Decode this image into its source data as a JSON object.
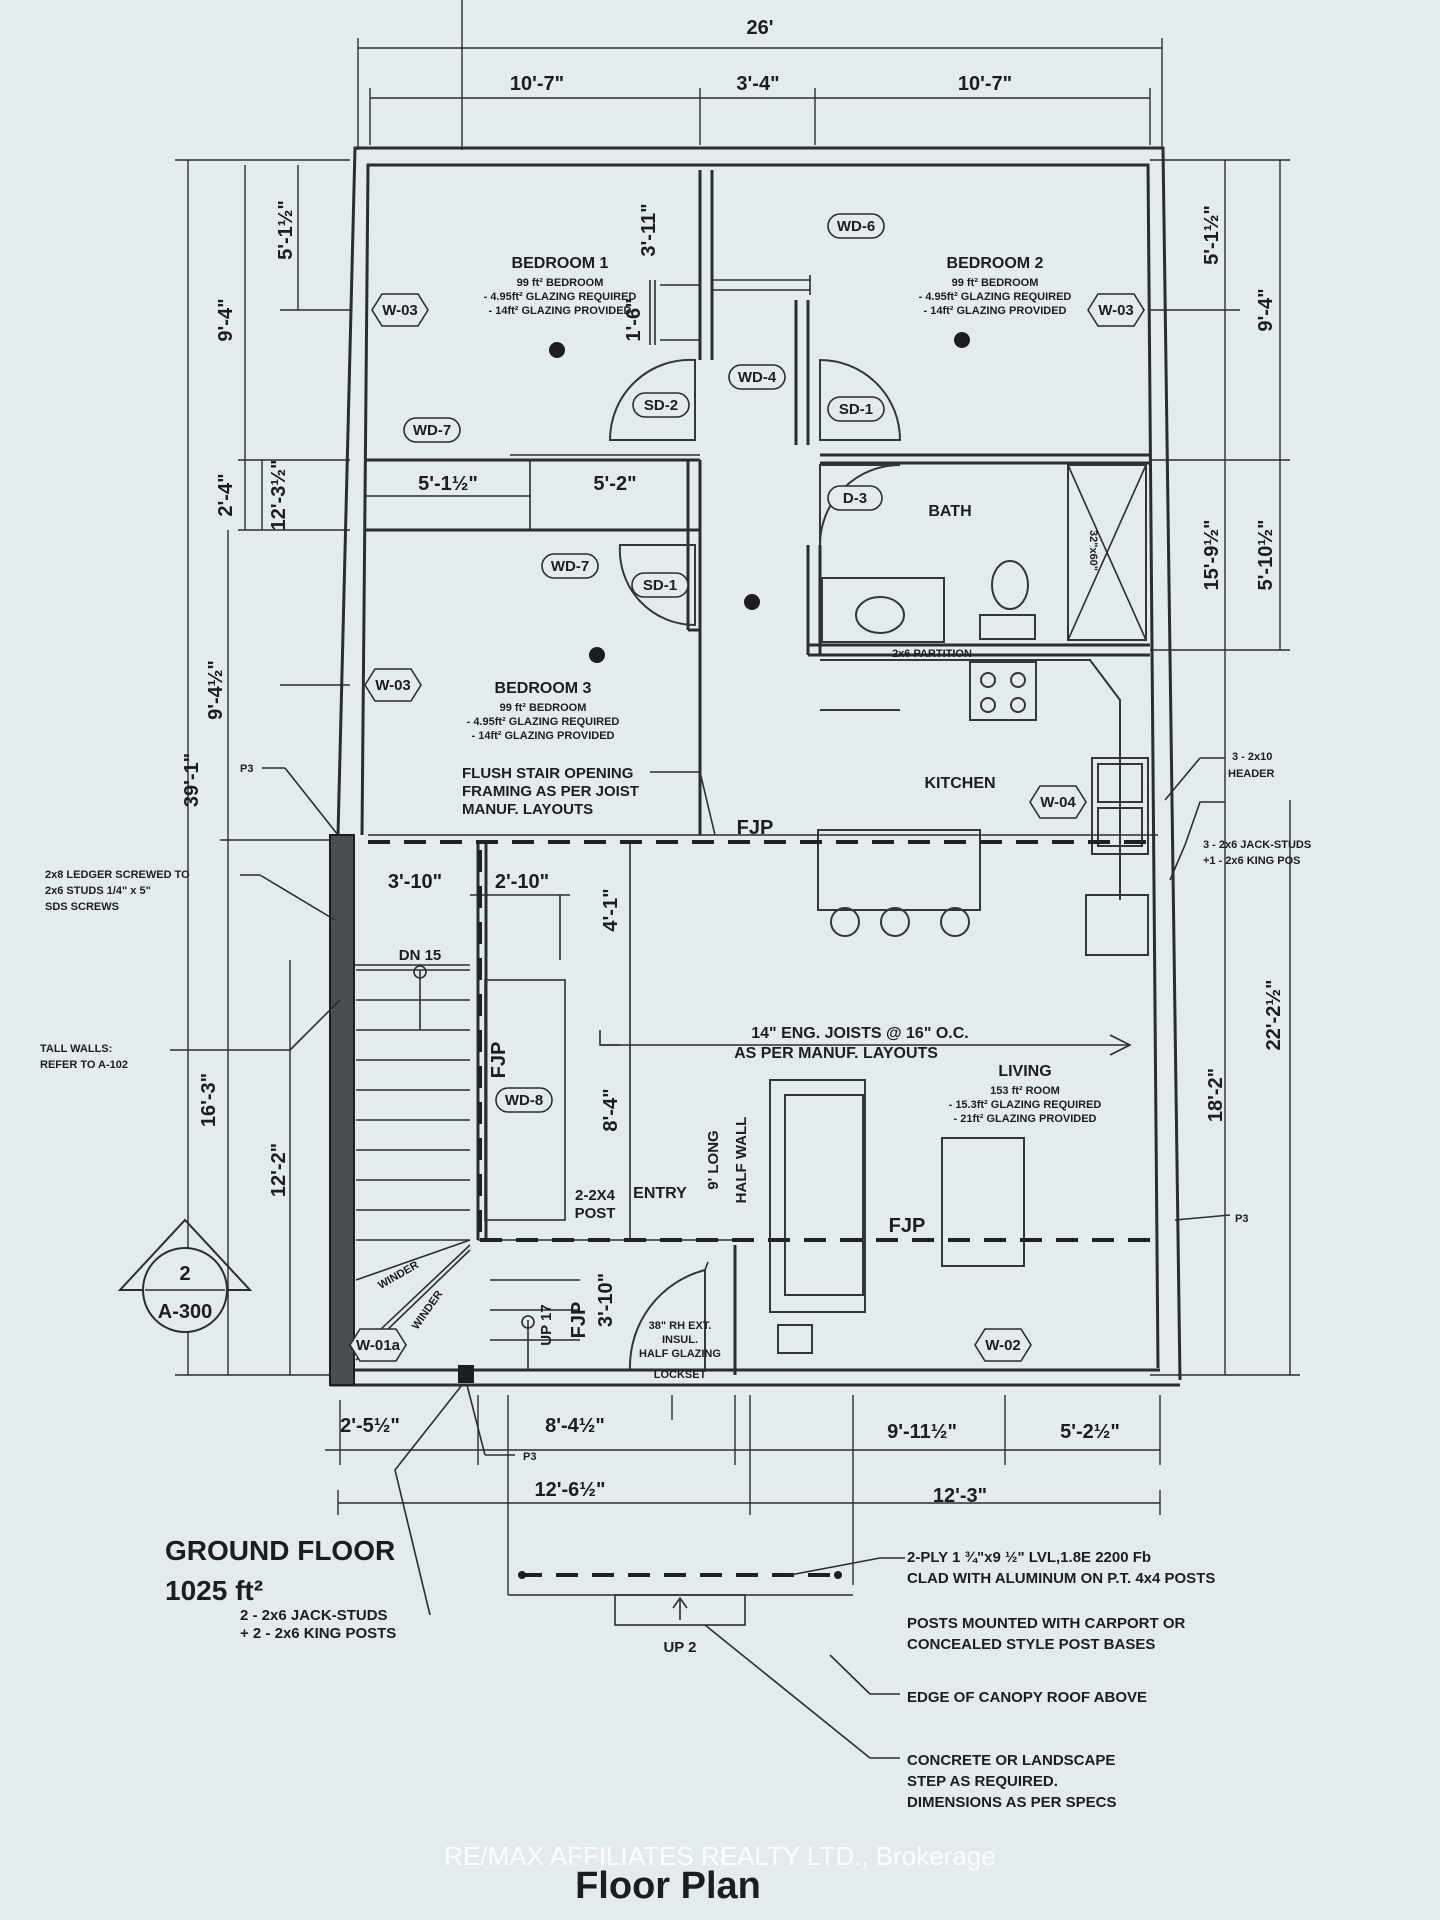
{
  "overall_width": "26'",
  "top_dims": [
    "10'-7\"",
    "3'-4\"",
    "10'-7\""
  ],
  "left_dims": {
    "total": "39'-1\"",
    "d1": "9'-4\"",
    "d2": "5'-1½\"",
    "d3": "2'-4\"",
    "d4": "12'-3½\"",
    "d5": "9'-4½\"",
    "d6": "16'-3\"",
    "d7": "12'-2\""
  },
  "right_dims": {
    "d1": "5'-1½\"",
    "d2": "9'-4\"",
    "d3": "15'-9½\"",
    "d4": "5'-10½\"",
    "d5": "22'-2½\"",
    "d6": "18'-2\""
  },
  "bottom_dims": {
    "b1": "2'-5½\"",
    "b2": "8'-4½\"",
    "b3": "9'-11½\"",
    "b4": "5'-2½\"",
    "c1": "12'-6½\"",
    "c2": "12'-3\""
  },
  "interior_dims": {
    "closet_a": "5'-1½\"",
    "closet_b": "5'-2\"",
    "bed1_closet": "3'-11\"",
    "bed1_closet_b": "1'-6\"",
    "stair_w": "3'-10\"",
    "hall_w": "2'-10\"",
    "hall_h": "4'-1\"",
    "entry_h": "8'-4\"",
    "entry_low": "3'-10\""
  },
  "rooms": {
    "bedroom1": {
      "name": "BEDROOM 1",
      "l1": "99 ft² BEDROOM",
      "l2": "- 4.95ft² GLAZING REQUIRED",
      "l3": "- 14ft² GLAZING PROVIDED"
    },
    "bedroom2": {
      "name": "BEDROOM 2",
      "l1": "99 ft² BEDROOM",
      "l2": "- 4.95ft² GLAZING REQUIRED",
      "l3": "- 14ft² GLAZING PROVIDED"
    },
    "bedroom3": {
      "name": "BEDROOM 3",
      "l1": "99 ft² BEDROOM",
      "l2": "- 4.95ft² GLAZING REQUIRED",
      "l3": "- 14ft² GLAZING PROVIDED"
    },
    "living": {
      "name": "LIVING",
      "l1": "153 ft² ROOM",
      "l2": "- 15.3ft² GLAZING REQUIRED",
      "l3": "- 21ft² GLAZING PROVIDED"
    },
    "bath": "BATH",
    "kitchen": "KITCHEN",
    "entry": "ENTRY"
  },
  "tags": {
    "w03a": "W-03",
    "w03b": "W-03",
    "w03c": "W-03",
    "w04": "W-04",
    "w02": "W-02",
    "w01a": "W-01a",
    "wd6": "WD-6",
    "wd4": "WD-4",
    "wd7a": "WD-7",
    "wd7b": "WD-7",
    "wd8": "WD-8",
    "sd2": "SD-2",
    "sd1a": "SD-1",
    "sd1b": "SD-1",
    "d3": "D-3"
  },
  "annotations": {
    "shower": "32\"x60\"",
    "partition": "2x6 PARTITION",
    "flush1": "FLUSH STAIR OPENING",
    "flush2": "FRAMING AS PER JOIST",
    "flush3": "MANUF. LAYOUTS",
    "fjp": "FJP",
    "joists1": "14\" ENG. JOISTS @ 16\" O.C.",
    "joists2": "AS PER MANUF. LAYOUTS",
    "halfwall1": "9' LONG",
    "halfwall2": "HALF WALL",
    "post1": "2-2X4",
    "post2": "POST",
    "dn": "DN 15",
    "up17": "UP 17",
    "winder": "WINDER",
    "door1": "38\" RH EXT.",
    "door2": "INSUL.",
    "door3": "HALF GLAZING",
    "door4": "LOCKSET",
    "ledger1": "2x8 LEDGER SCREWED TO",
    "ledger2": "2x6 STUDS 1/4\" x 5\"",
    "ledger3": "SDS SCREWS",
    "tall1": "TALL WALLS:",
    "tall2": "REFER TO A-102",
    "p3": "P3",
    "header1": "3 - 2x10",
    "header2": "HEADER",
    "jack1": "3 - 2x6 JACK-STUDS",
    "jack2": "+1 - 2x6 KING POS",
    "lvl1": "2-PLY 1 ¾\"x9 ½\" LVL,1.8E 2200 Fb",
    "lvl2": "CLAD WITH ALUMINUM ON P.T. 4x4 POSTS",
    "posts1": "POSTS MOUNTED WITH CARPORT OR",
    "posts2": "CONCEALED STYLE POST BASES",
    "canopy": "EDGE OF CANOPY ROOF ABOVE",
    "step1": "CONCRETE OR LANDSCAPE",
    "step2": "STEP AS REQUIRED.",
    "step3": "DIMENSIONS AS PER SPECS",
    "up2": "UP 2",
    "kingposts1": "2 - 2x6 JACK-STUDS",
    "kingposts2": "+ 2 - 2x6 KING POSTS"
  },
  "section_marker": {
    "num": "2",
    "sheet": "A-300"
  },
  "floor_title": "GROUND FLOOR",
  "floor_area": "1025 ft²",
  "watermark": "RE/MAX AFFILIATES REALTY LTD., Brokerage",
  "caption": "Floor Plan"
}
